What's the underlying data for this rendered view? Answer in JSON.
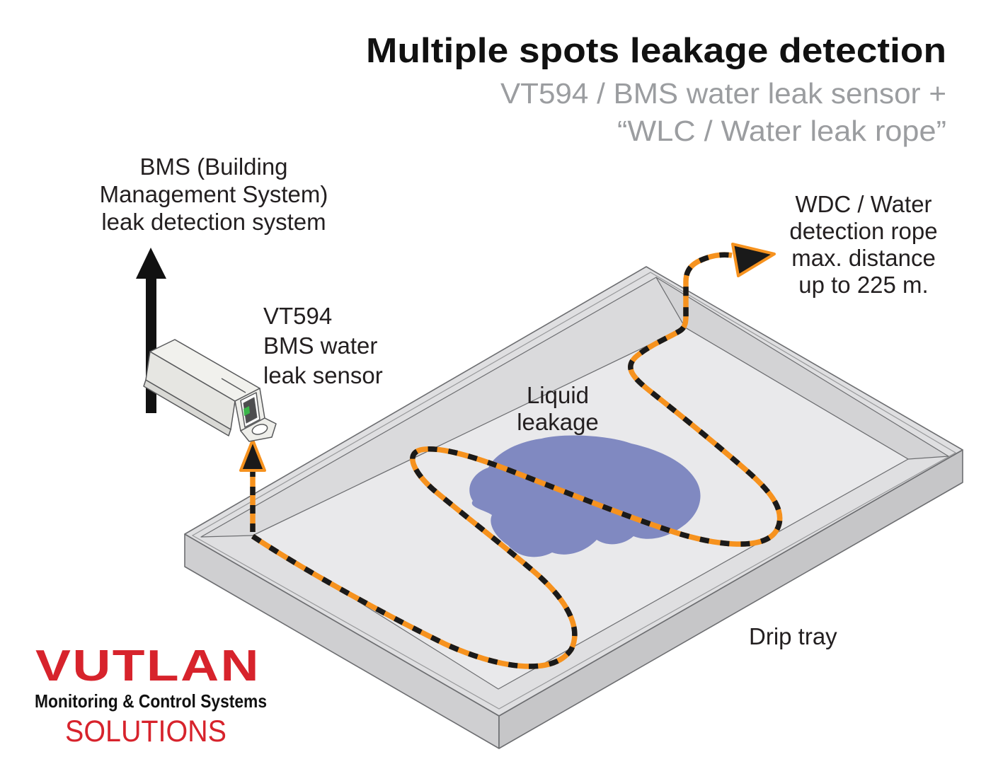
{
  "header": {
    "title": "Multiple spots leakage detection",
    "subtitle_line1": "VT594 / BMS water leak sensor +",
    "subtitle_line2": "“WLC / Water leak rope”"
  },
  "labels": {
    "bms_system": {
      "lines": [
        "BMS (Building",
        "Management System)",
        "leak detection system"
      ]
    },
    "sensor": {
      "lines": [
        "VT594",
        "BMS water",
        "leak sensor"
      ]
    },
    "rope": {
      "lines": [
        "WDC / Water",
        "detection rope",
        "max. distance",
        "up to 225 m."
      ]
    },
    "leak": {
      "lines": [
        "Liquid",
        "leakage"
      ]
    },
    "tray": "Drip tray"
  },
  "logo": {
    "brand": "VUTLAN",
    "tagline": "Monitoring & Control Systems",
    "subbrand": "SOLUTIONS"
  },
  "colors": {
    "rope_orange": "#F6921E",
    "rope_black": "#1A1A1A",
    "liquid_blue": "#8089C1",
    "brand_red": "#D7232C",
    "subtitle_gray": "#9B9DA0",
    "tray_outline": "#6D6E71",
    "tray_floor": "#E9E9EB",
    "tray_rim": "#DFDFE1",
    "connector_green": "#3BB54A"
  }
}
